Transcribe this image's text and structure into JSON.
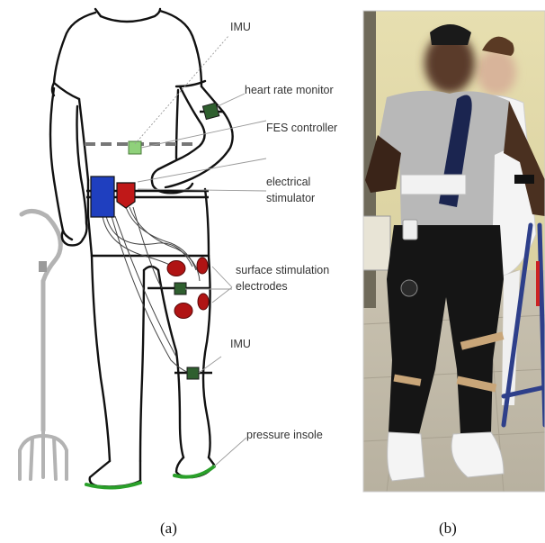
{
  "panel_a": {
    "caption": "(a)",
    "labels": {
      "imu_top": "IMU",
      "heart_rate_monitor": "heart rate monitor",
      "fes_controller": "FES controller",
      "electrical_stimulator_line1": "electrical",
      "electrical_stimulator_line2": "stimulator",
      "electrodes_line1": "surface stimulation",
      "electrodes_line2": "electrodes",
      "imu_bottom": "IMU",
      "pressure_insole": "pressure insole"
    },
    "colors": {
      "sensor_green": "#2f5f2f",
      "controller_green": "#8fd17a",
      "stimulator_blue": "#1f3fbf",
      "stimulator_red": "#c01818",
      "electrode_red": "#b01414",
      "insole_green": "#2aa02a",
      "cane_gray": "#b3b3b3"
    }
  },
  "panel_b": {
    "caption": "(b)"
  }
}
